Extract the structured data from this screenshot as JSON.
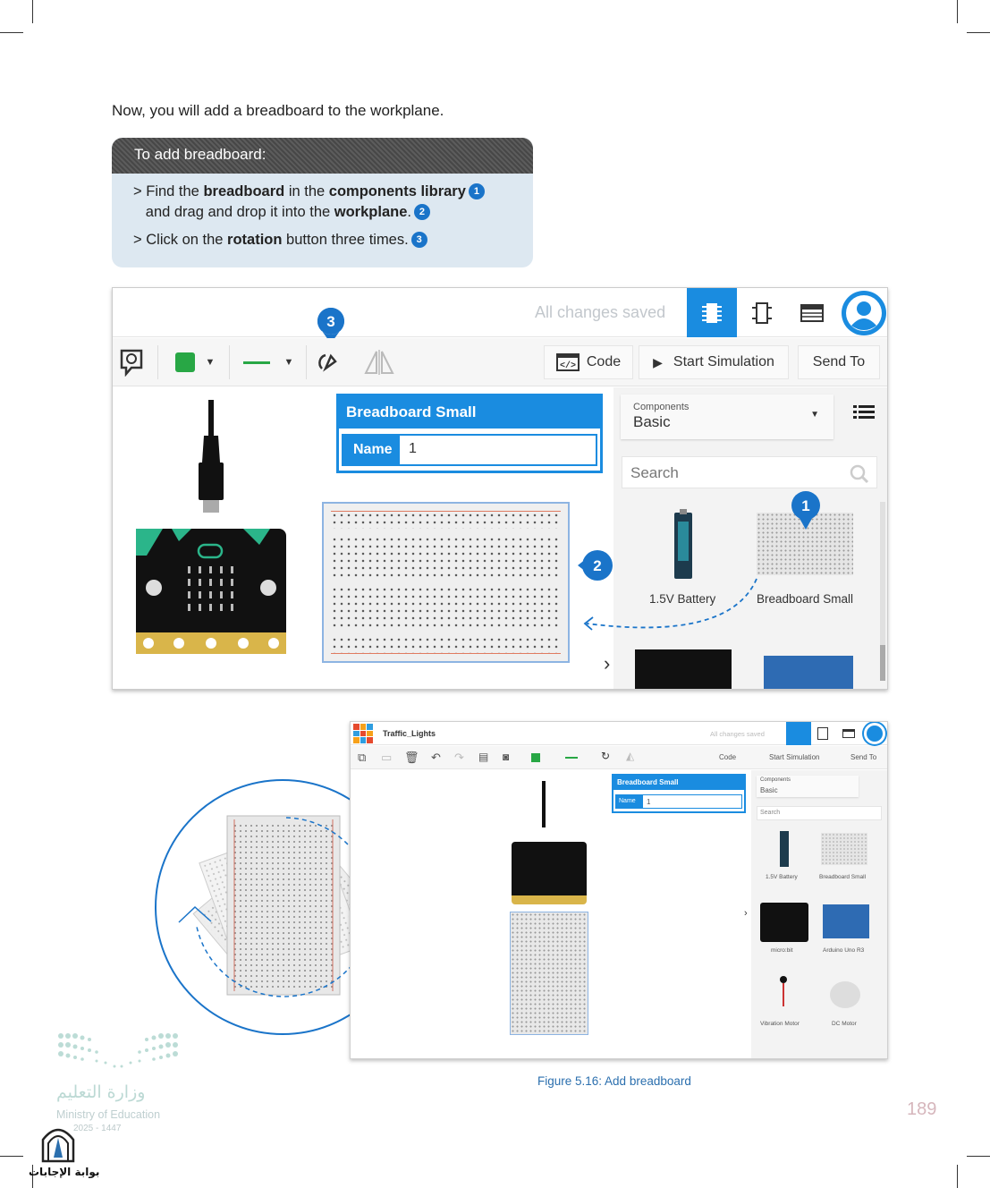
{
  "intro": "Now, you will add a breadboard to the workplane.",
  "steps": {
    "heading": "To add breadboard:",
    "items": [
      {
        "p1": "Find the ",
        "b1": "breadboard",
        "p2": " in the ",
        "b2": "components library",
        "n1": "1",
        "p3": "and drag and drop it into the ",
        "b3": "workplane",
        "p4": ".",
        "n2": "2"
      },
      {
        "p1": "Click on the ",
        "b1": "rotation",
        "p2": " button three times.",
        "n1": "3"
      }
    ]
  },
  "editor": {
    "saved_status": "All changes saved",
    "code_label": "Code",
    "start_sim_label": "Start Simulation",
    "send_to_label": "Send To",
    "props_title": "Breadboard Small",
    "name_label": "Name",
    "name_value": "1",
    "components_label": "Components",
    "components_value": "Basic",
    "search_placeholder": "Search",
    "battery_label": "1.5V Battery",
    "breadboard_label": "Breadboard Small",
    "callouts": [
      "1",
      "2",
      "3"
    ],
    "accent": "#1a8ce0"
  },
  "editor2": {
    "title": "Traffic_Lights",
    "saved_status": "All changes saved",
    "code_label": "Code",
    "start_sim_label": "Start Simulation",
    "send_to_label": "Send To",
    "props_title": "Breadboard Small",
    "name_label": "Name",
    "name_value": "1",
    "components_label": "Components",
    "components_value": "Basic",
    "search_placeholder": "Search",
    "labels": [
      "1.5V Battery",
      "Breadboard Small",
      "micro:bit",
      "Arduino Uno R3",
      "Vibration Motor",
      "DC Motor"
    ]
  },
  "caption": "Figure 5.16: Add breadboard",
  "page_number": "189",
  "ministry": {
    "arabic": "وزارة التعليم",
    "english": "Ministry of Education",
    "years": "2025 - 1447",
    "portal": "بوابة الإجابات"
  }
}
